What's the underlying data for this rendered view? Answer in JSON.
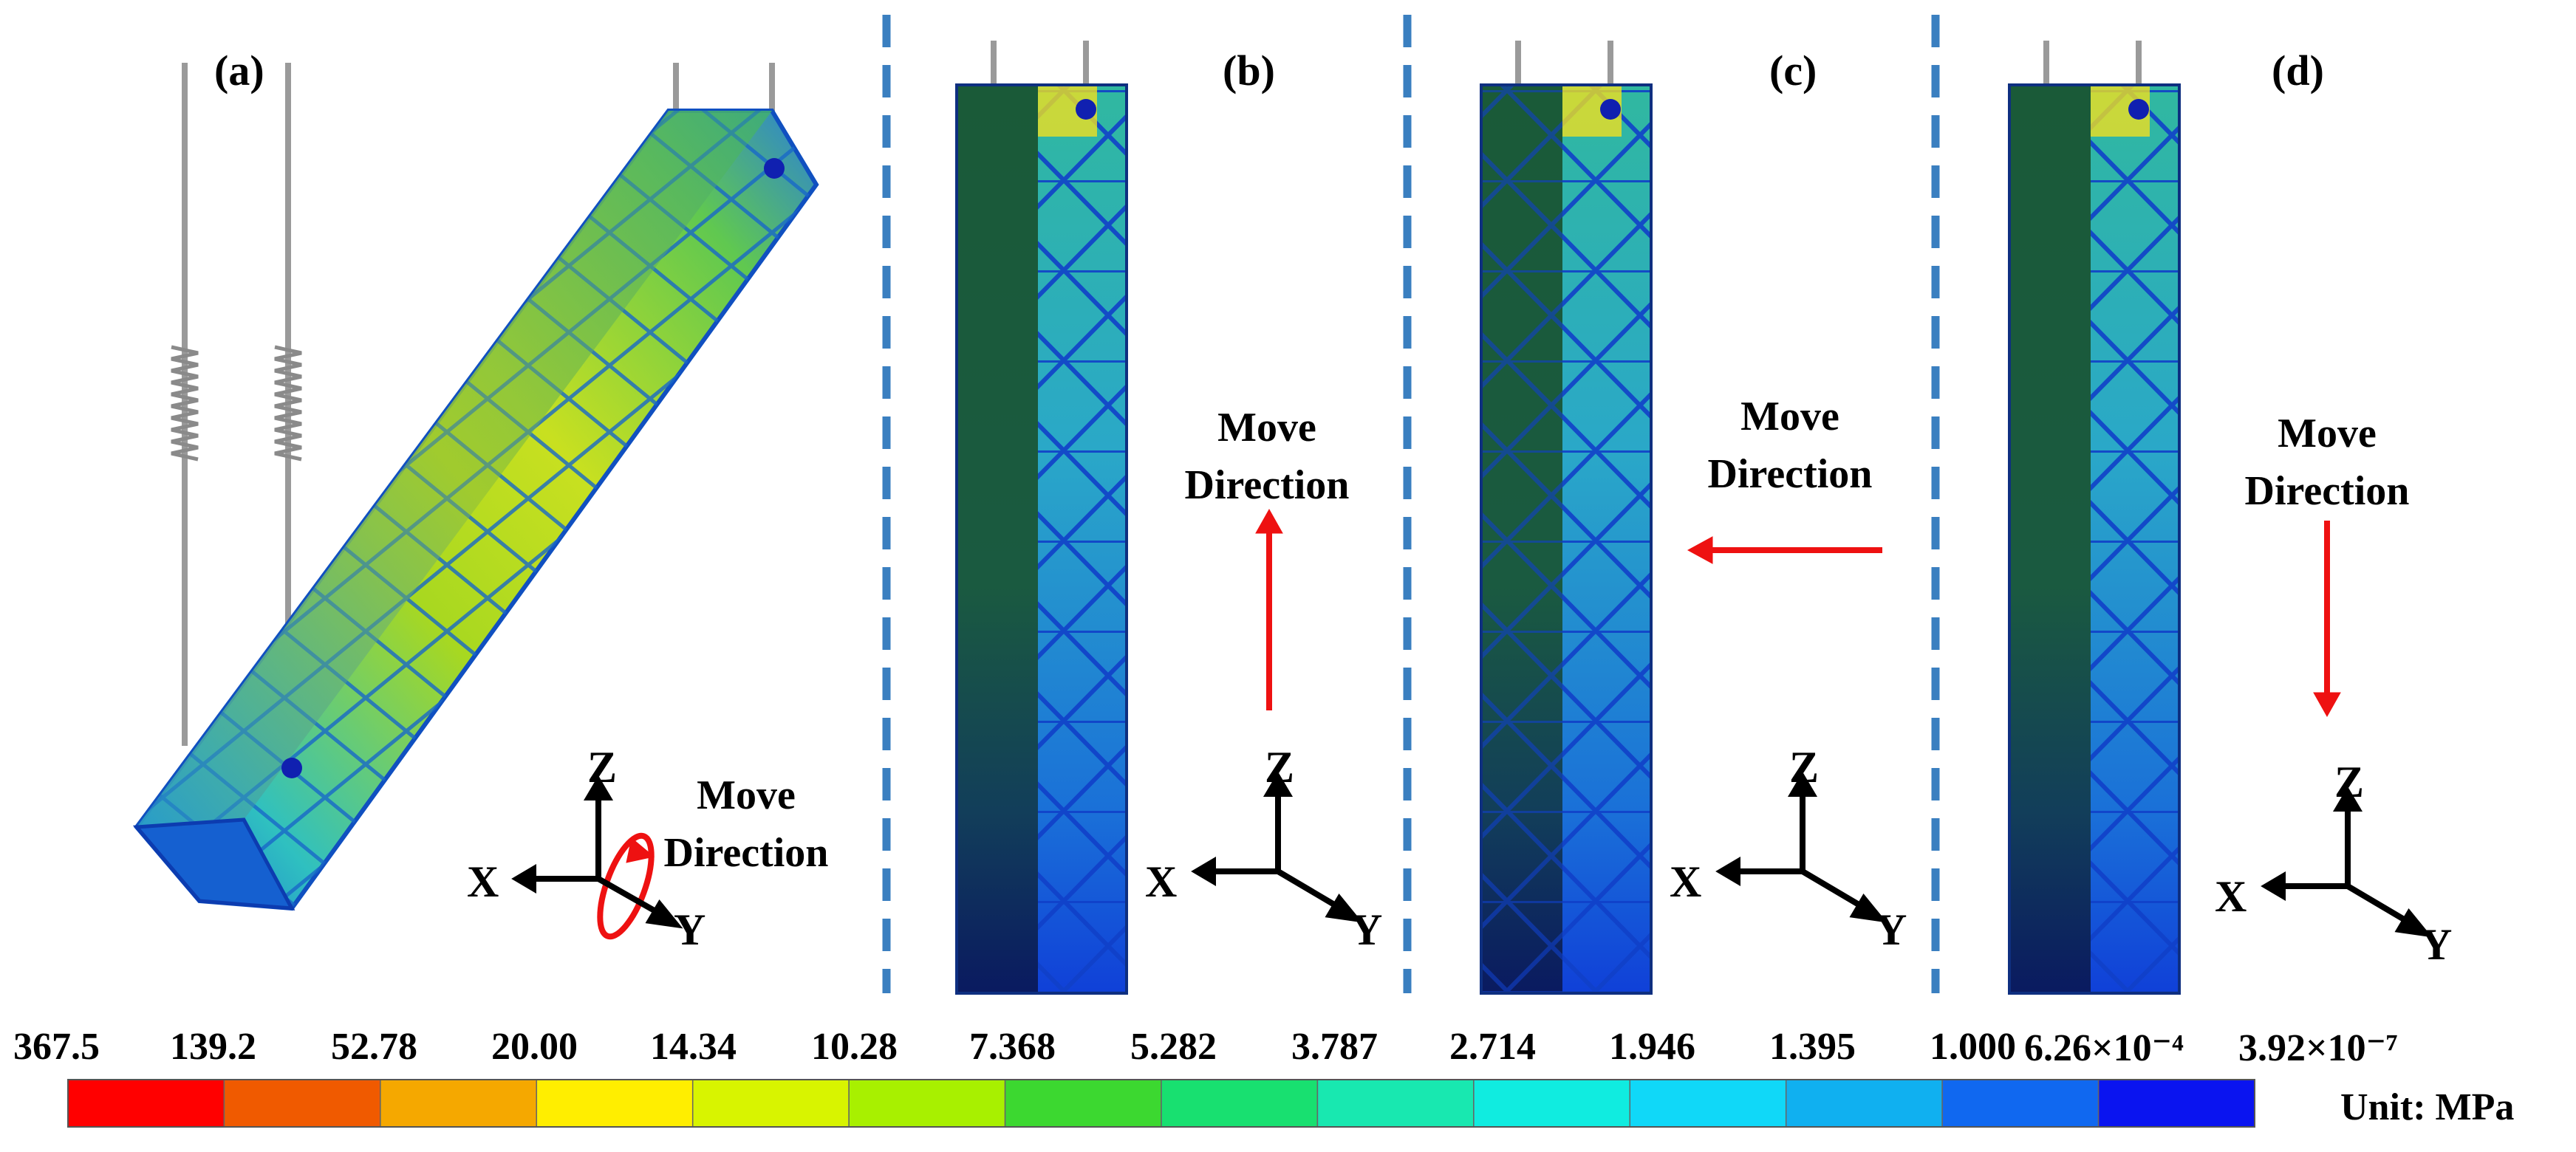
{
  "panels": [
    {
      "label": "(a)",
      "move_line1": "Move",
      "move_line2": "Direction",
      "arrow": "rotation"
    },
    {
      "label": "(b)",
      "move_line1": "Move",
      "move_line2": "Direction",
      "arrow": "up"
    },
    {
      "label": "(c)",
      "move_line1": "Move",
      "move_line2": "Direction",
      "arrow": "left"
    },
    {
      "label": "(d)",
      "move_line1": "Move",
      "move_line2": "Direction",
      "arrow": "down"
    }
  ],
  "axes": {
    "x": "X",
    "y": "Y",
    "z": "Z"
  },
  "colorbar": {
    "unit": "Unit: MPa",
    "ticks": [
      "367.5",
      "139.2",
      "52.78",
      "20.00",
      "14.34",
      "10.28",
      "7.368",
      "5.282",
      "3.787",
      "2.714",
      "1.946",
      "1.395",
      "1.000",
      "6.26×10⁻⁴",
      "3.92×10⁻⁷"
    ],
    "colors": [
      "#ff0000",
      "#f05a00",
      "#f5a800",
      "#ffee00",
      "#d8f400",
      "#a8f000",
      "#3cd830",
      "#18e070",
      "#18e8b0",
      "#10ece0",
      "#10d8f8",
      "#10b0f0",
      "#1068f0",
      "#0a14f0"
    ]
  },
  "colors": {
    "arrow": "#ee1111",
    "divider": "#3a7fc0"
  }
}
